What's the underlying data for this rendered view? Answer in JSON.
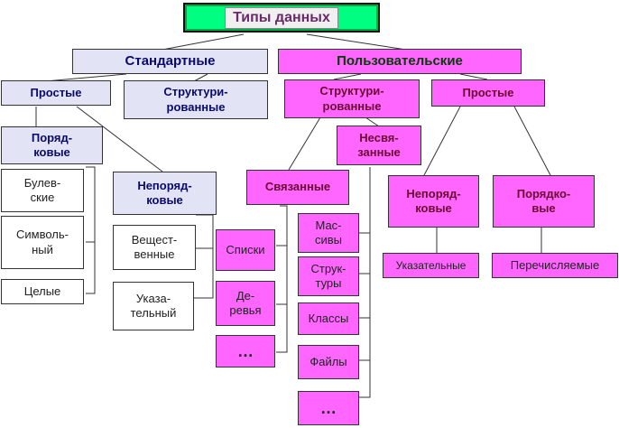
{
  "diagram": {
    "root": "Типы данных",
    "standard": {
      "label": "Стандартные",
      "simple": {
        "label": "Простые",
        "ordinal": {
          "label": "Поряд-\nковые",
          "items": [
            "Булев-\nские",
            "Символь-\nный",
            "Целые"
          ]
        },
        "non_ordinal": {
          "label": "Непоряд-\nковые",
          "items": [
            "Вещест-\nвенные",
            "Указа-\nтельный"
          ]
        }
      },
      "structured": {
        "label": "Структури-\nрованные"
      }
    },
    "custom": {
      "label": "Пользовательские",
      "structured": {
        "label": "Структури-\nрованные",
        "linked": {
          "label": "Связанные",
          "items": [
            "Списки",
            "Де-\nревья",
            "…"
          ]
        },
        "unlinked": {
          "label": "Несвя-\nзанные",
          "items": [
            "Мас-\nсивы",
            "Струк-\nтуры",
            "Классы",
            "Файлы",
            "…"
          ]
        }
      },
      "simple": {
        "label": "Простые",
        "non_ordinal": {
          "label": "Непоряд-\nковые",
          "items": [
            "Указательные"
          ]
        },
        "ordinal": {
          "label": "Порядко-\nвые",
          "items": [
            "Перечисляемые"
          ]
        }
      }
    }
  }
}
